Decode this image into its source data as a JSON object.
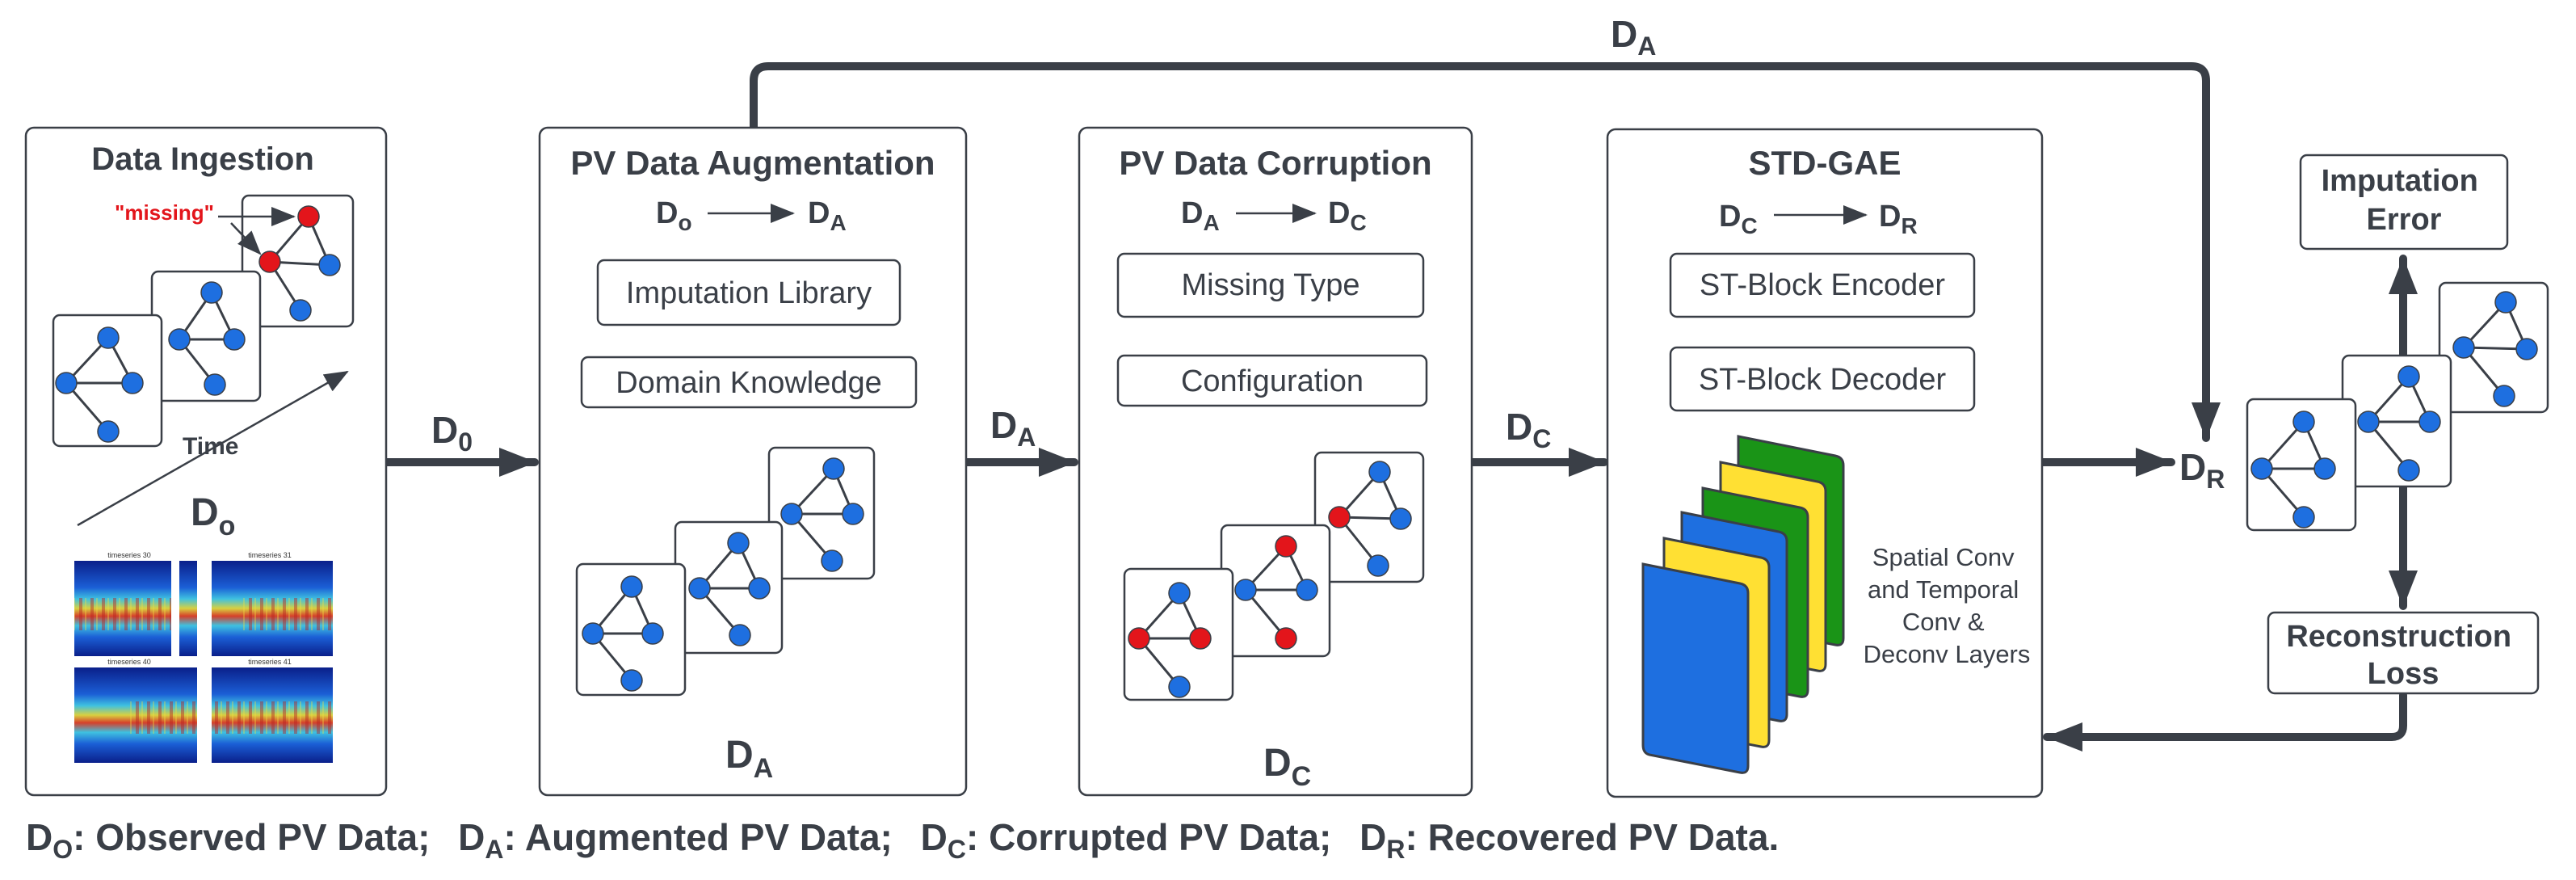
{
  "colors": {
    "ink": "#3a3f47",
    "node_blue": "#1e6fe0",
    "node_missing": "#e3151b",
    "missing_label": "#e3151b",
    "layer_blue": "#1e6fe0",
    "layer_yellow": "#ffe033",
    "layer_green": "#1a9417"
  },
  "stages": {
    "ingestion": {
      "title": "Data Ingestion",
      "missing_label": "\"missing\"",
      "time_label": "Time",
      "d_main": "D",
      "d_sub": "o",
      "heatmap_titles": [
        "timeseries 30",
        "timeseries 31",
        "timeseries 40",
        "timeseries 41"
      ]
    },
    "augmentation": {
      "title": "PV Data Augmentation",
      "from_main": "D",
      "from_sub": "o",
      "to_main": "D",
      "to_sub": "A",
      "item1": "Imputation Library",
      "item2": "Domain Knowledge",
      "bottom_main": "D",
      "bottom_sub": "A"
    },
    "corruption": {
      "title": "PV Data Corruption",
      "from_main": "D",
      "from_sub": "A",
      "to_main": "D",
      "to_sub": "C",
      "item1": "Missing Type",
      "item2": "Configuration",
      "bottom_main": "D",
      "bottom_sub": "C"
    },
    "model": {
      "title": "STD-GAE",
      "from_main": "D",
      "from_sub": "C",
      "to_main": "D",
      "to_sub": "R",
      "item1": "ST-Block Encoder",
      "item2": "ST-Block Decoder",
      "layers_caption": [
        "Spatial Conv",
        "and Temporal",
        "Conv &",
        "Deconv Layers"
      ]
    }
  },
  "flow_labels": {
    "d0_main": "D",
    "d0_sub": "0",
    "da1_main": "D",
    "da1_sub": "A",
    "dc_main": "D",
    "dc_sub": "C",
    "top_main": "D",
    "top_sub": "A",
    "dr_main": "D",
    "dr_sub": "R"
  },
  "outputs": {
    "imputation_error": [
      "Imputation",
      "Error"
    ],
    "reconstruction_loss": [
      "Reconstruction",
      "Loss"
    ]
  },
  "legend": [
    {
      "main": "D",
      "sub": "O",
      "text": ": Observed PV Data;"
    },
    {
      "main": "D",
      "sub": "A",
      "text": ": Augmented PV Data;"
    },
    {
      "main": "D",
      "sub": "C",
      "text": ": Corrupted PV Data;"
    },
    {
      "main": "D",
      "sub": "R",
      "text": ": Recovered PV Data."
    }
  ]
}
